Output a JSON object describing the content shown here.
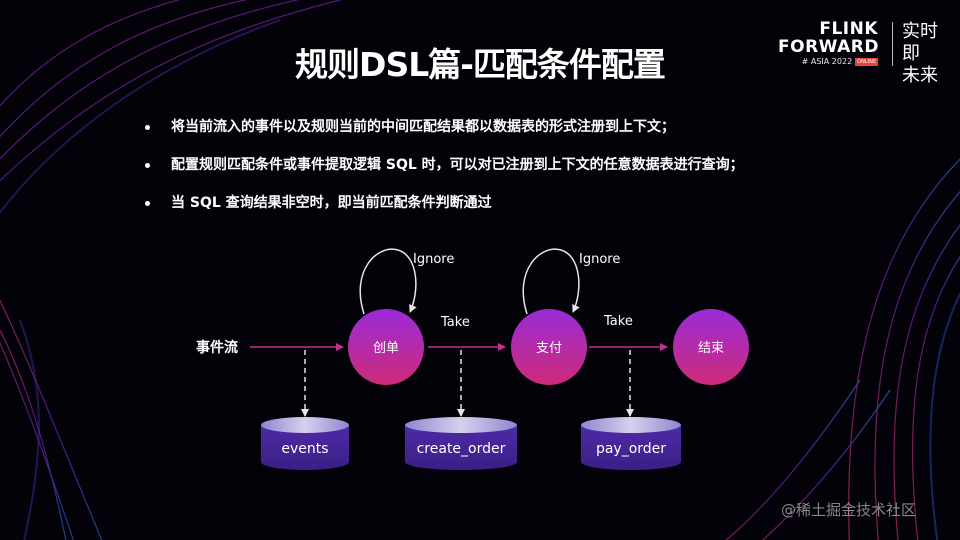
{
  "slide": {
    "title": "规则DSL篇-匹配条件配置",
    "logo": {
      "line1": "FLINK",
      "line2": "FORWARD",
      "sub": "# ASIA 2022",
      "badge": "ONLINE",
      "slogan_line1": "实时即",
      "slogan_line2": "未来"
    },
    "bullets": [
      "将当前流入的事件以及规则当前的中间匹配结果都以数据表的形式注册到上下文；",
      "配置规则匹配条件或事件提取逻辑 SQL 时，可以对已注册到上下文的任意数据表进行查询；",
      "当 SQL 查询结果非空时，即当前匹配条件判断通过"
    ],
    "watermark": "@稀土掘金技术社区"
  },
  "diagram": {
    "stream_label": "事件流",
    "states": [
      "创单",
      "支付",
      "结束"
    ],
    "ignore_label_1": "Ignore",
    "ignore_label_2": "Ignore",
    "take_label_1": "Take",
    "take_label_2": "Take",
    "tables": [
      "events",
      "create_order",
      "pay_order"
    ]
  },
  "colors": {
    "background": "#030208",
    "node_top": "#9a2bd8",
    "node_bottom": "#ce2b78",
    "cylinder_top": "#bcb6e0",
    "cylinder_body": "#4a2a9c",
    "arrow": "#c62f8f"
  }
}
